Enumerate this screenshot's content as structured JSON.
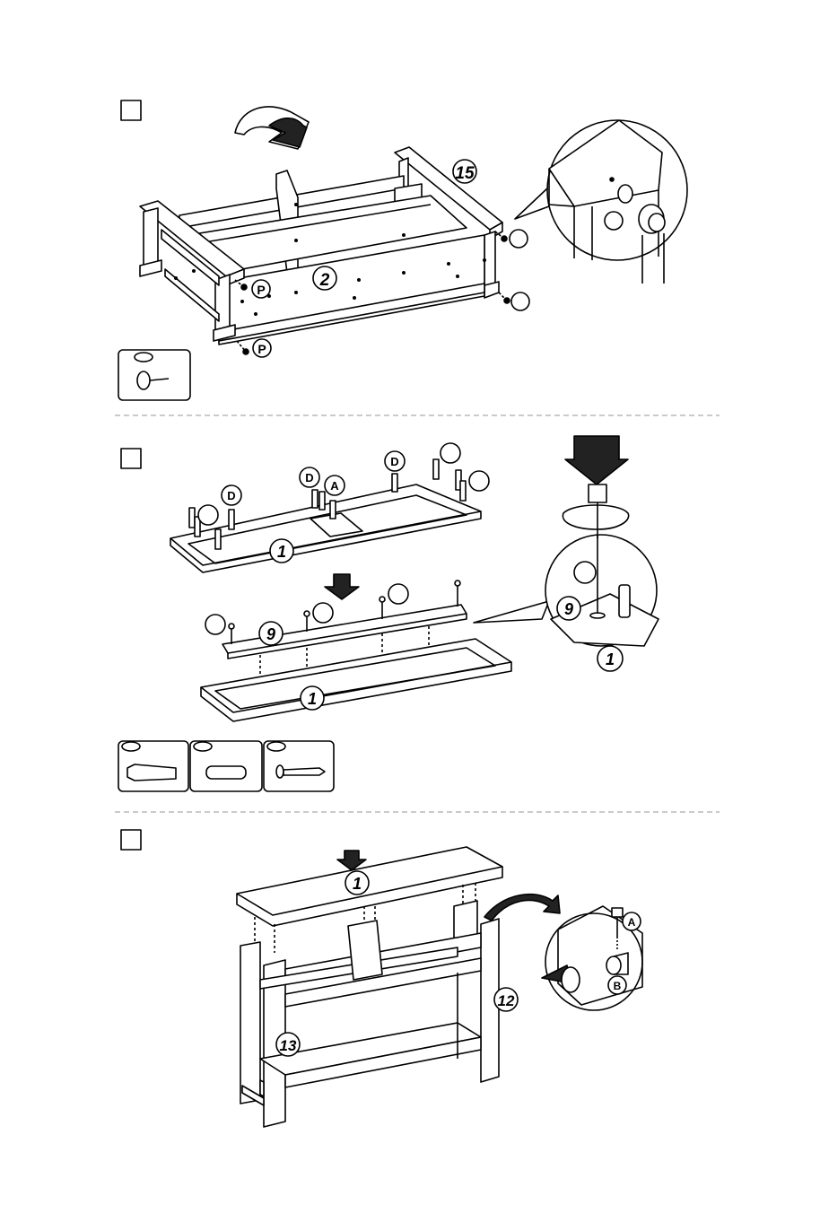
{
  "steps": [
    {
      "part_labels": {
        "top_rail": "15",
        "front_panel": "2"
      },
      "hardware_label_left": "P",
      "hardware_label_bottom": "P",
      "hardware_box_icon": "glide-nail-icon"
    },
    {
      "dowel_labels": [
        "D",
        "D",
        "D"
      ],
      "cam_label": "A",
      "board_label": "1",
      "strip_label": "9",
      "detail_labels": {
        "strip": "9",
        "board": "1"
      },
      "hardware_box_icons": [
        "cam-bolt-icon",
        "dowel-icon",
        "wood-screw-icon"
      ]
    },
    {
      "top_label": "1",
      "left_side_label": "13",
      "right_side_label": "12",
      "detail_labels": {
        "cam_bolt": "A",
        "cam_lock": "B"
      }
    }
  ],
  "colors": {
    "line": "#000000",
    "divider": "#aaaaaa",
    "fill": "#ffffff"
  }
}
